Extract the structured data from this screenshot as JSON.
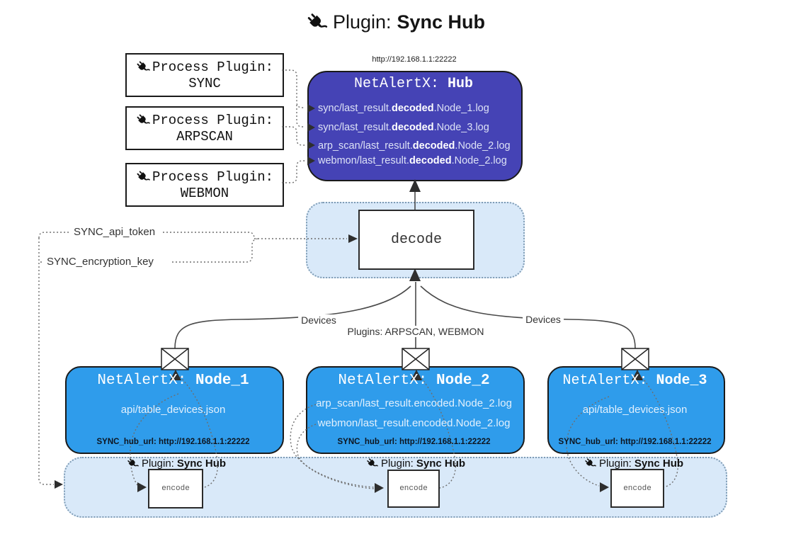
{
  "title": {
    "label": "Plugin:",
    "name": "Sync Hub"
  },
  "hub": {
    "url": "http://192.168.1.1:22222",
    "title_label": "NetAlertX:",
    "title_name": "Hub",
    "logs": [
      {
        "pre": "sync/last_result.",
        "em": "decoded",
        "post": ".Node_1.log"
      },
      {
        "pre": "sync/last_result.",
        "em": "decoded",
        "post": ".Node_3.log"
      },
      {
        "pre": "arp_scan/last_result.",
        "em": "decoded",
        "post": ".Node_2.log"
      },
      {
        "pre": "webmon/last_result.",
        "em": "decoded",
        "post": ".Node_2.log"
      }
    ]
  },
  "process_plugins": [
    {
      "label": "Process Plugin:",
      "name": "SYNC"
    },
    {
      "label": "Process Plugin:",
      "name": "ARPSCAN"
    },
    {
      "label": "Process Plugin:",
      "name": "WEBMON"
    }
  ],
  "decode_label": "decode",
  "config": {
    "api_token": "SYNC_api_token",
    "encryption_key": "SYNC_encryption_key"
  },
  "edge_labels": {
    "devices_left": "Devices",
    "plugins_center": "Plugins: ARPSCAN, WEBMON",
    "devices_right": "Devices"
  },
  "nodes": [
    {
      "title_label": "NetAlertX:",
      "title_name": "Node_1",
      "files": [
        "api/table_devices.json"
      ],
      "hub_url": "SYNC_hub_url: http://192.168.1.1:22222",
      "plugin_label": "Plugin:",
      "plugin_name": "Sync Hub",
      "encode_label": "encode"
    },
    {
      "title_label": "NetAlertX:",
      "title_name": "Node_2",
      "files": [
        "arp_scan/last_result.encoded.Node_2.log",
        "webmon/last_result.encoded.Node_2.log"
      ],
      "hub_url": "SYNC_hub_url: http://192.168.1.1:22222",
      "plugin_label": "Plugin:",
      "plugin_name": "Sync Hub",
      "encode_label": "encode"
    },
    {
      "title_label": "NetAlertX:",
      "title_name": "Node_3",
      "files": [
        "api/table_devices.json"
      ],
      "hub_url": "SYNC_hub_url: http://192.168.1.1:22222",
      "plugin_label": "Plugin:",
      "plugin_name": "Sync Hub",
      "encode_label": "encode"
    }
  ],
  "colors": {
    "hub-fill": "#4543b5",
    "node-fill": "#2f9ceb",
    "panel-fill": "#d9e9f9",
    "panel-border": "#7f9cb5",
    "box-border": "#1a1a1a"
  }
}
